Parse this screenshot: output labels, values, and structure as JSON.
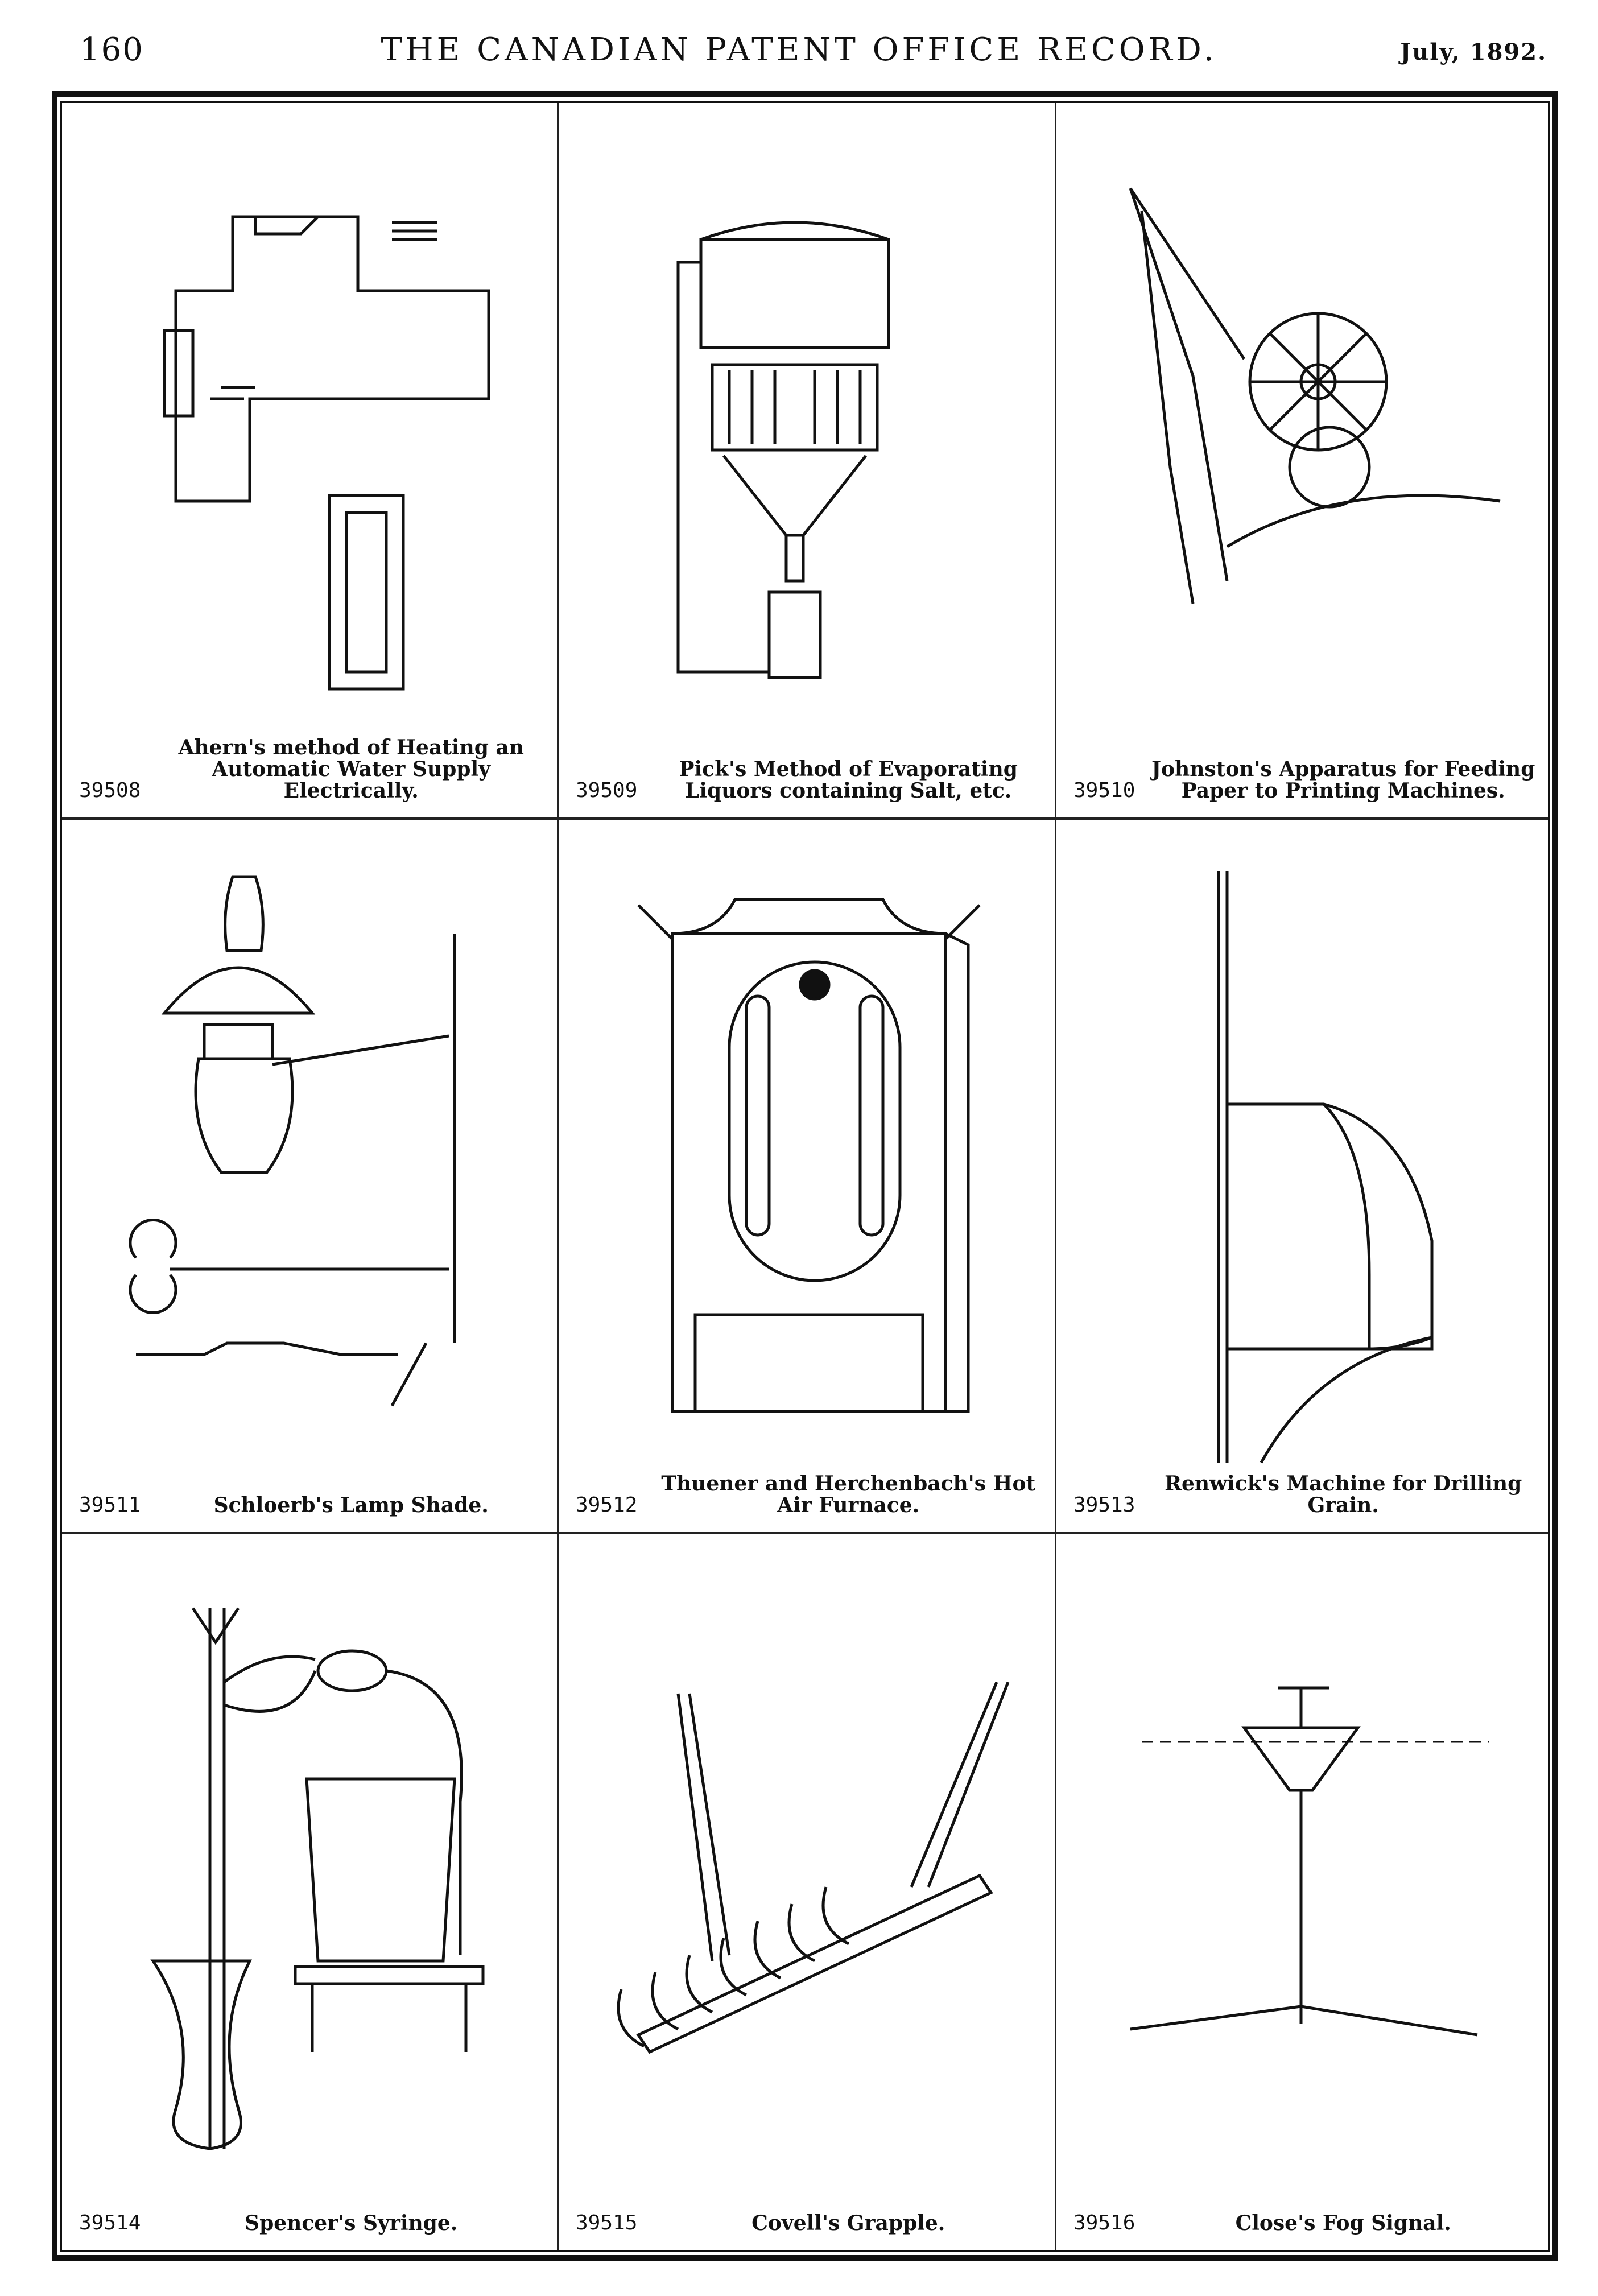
{
  "header": {
    "page_number": "160",
    "title": "THE CANADIAN PATENT OFFICE RECORD.",
    "date": "July, 1892."
  },
  "patents": [
    {
      "number": "39508",
      "title": "Ahern's method of Heating an Automatic Water Supply Electrically."
    },
    {
      "number": "39509",
      "title": "Pick's Method of Evaporating Liquors containing Salt, etc."
    },
    {
      "number": "39510",
      "title": "Johnston's Apparatus for Feeding Paper to Printing Machines."
    },
    {
      "number": "39511",
      "title": "Schloerb's Lamp Shade."
    },
    {
      "number": "39512",
      "title": "Thuener and Herchenbach's Hot Air Furnace."
    },
    {
      "number": "39513",
      "title": "Renwick's Machine for Drilling Grain."
    },
    {
      "number": "39514",
      "title": "Spencer's Syringe."
    },
    {
      "number": "39515",
      "title": "Covell's Grapple."
    },
    {
      "number": "39516",
      "title": "Close's Fog Signal."
    }
  ]
}
